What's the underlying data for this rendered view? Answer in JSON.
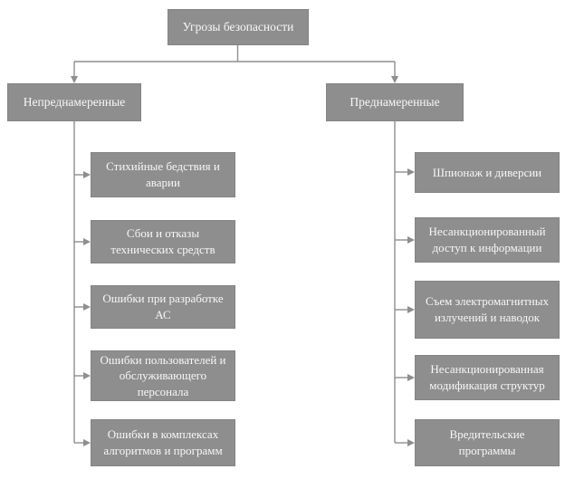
{
  "diagram": {
    "title": "Угрозы безопасности",
    "root": "Угрозы безопасности",
    "left_branch": {
      "label": "Непреднамеренные",
      "children": [
        "Стихийные бедствия и аварии",
        "Сбои и отказы технических средств",
        "Ошибки при разработке АС",
        "Ошибки пользователей и обслуживающего персонала",
        "Ошибки в комплексах алгоритмов и программ"
      ]
    },
    "right_branch": {
      "label": "Преднамеренные",
      "children": [
        "Шпионаж и диверсии",
        "Несанкционированный доступ к информации",
        "Съем электромагнитных излучений и наводок",
        "Несанкционированная модификация структур",
        "Вредительские программы"
      ]
    },
    "colors": {
      "box_bg": "#8e8e8e",
      "box_text": "#f7f7f7",
      "line": "#8e8e8e",
      "background": "#ffffff"
    }
  }
}
